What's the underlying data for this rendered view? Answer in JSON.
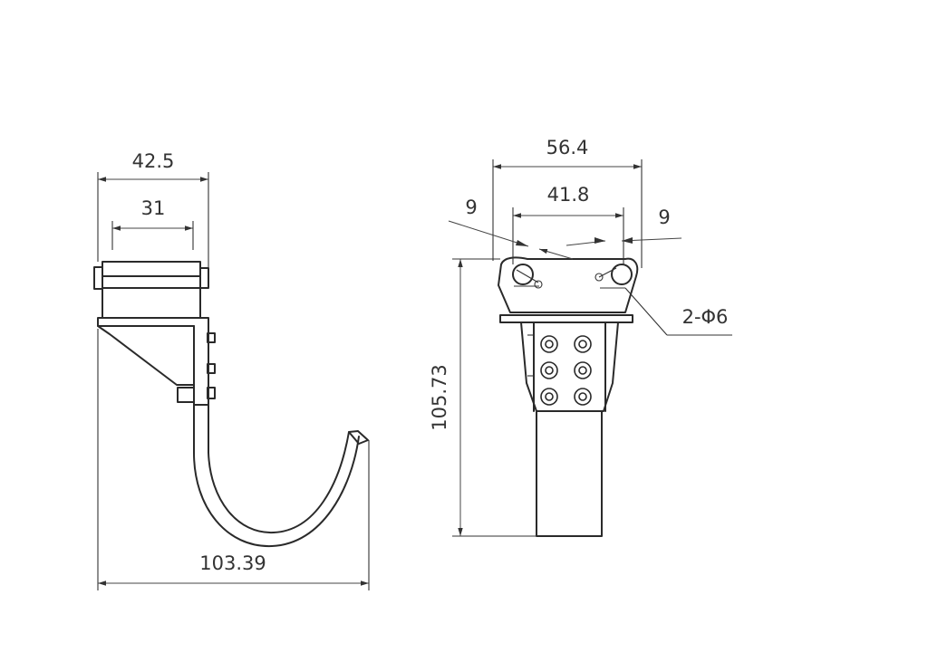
{
  "dimensions": {
    "side_width_outer": "42.5",
    "side_width_inner": "31",
    "side_total_length": "103.39",
    "front_width_outer": "56.4",
    "front_width_inner": "41.8",
    "front_offset_left": "9",
    "front_offset_right": "9",
    "front_height": "105.73",
    "hole_spec": "2-Φ6"
  }
}
